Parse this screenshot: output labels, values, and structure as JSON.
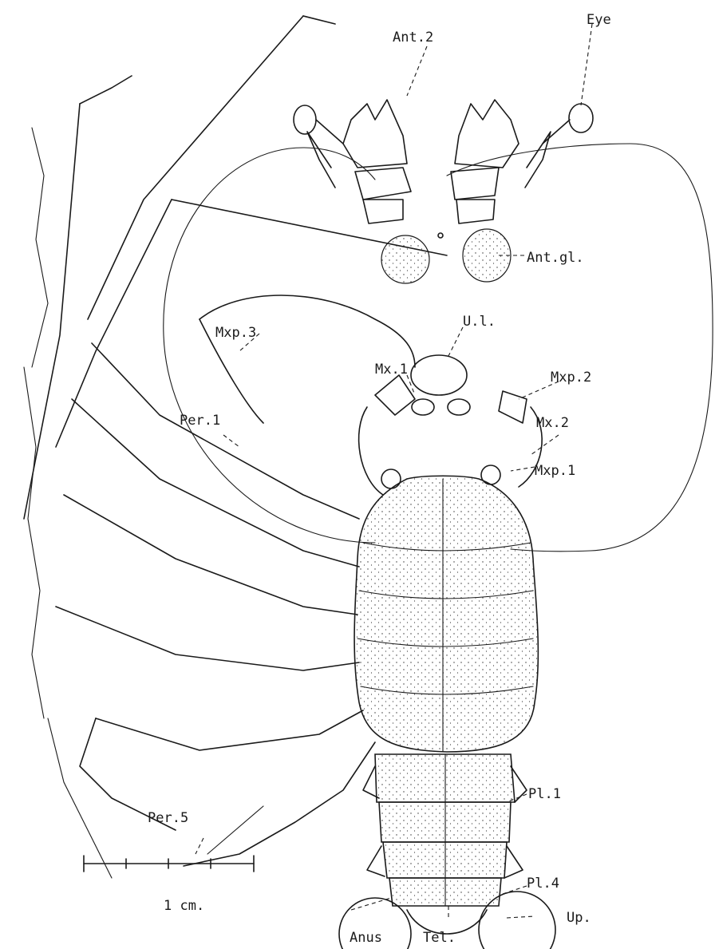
{
  "labels": {
    "ant2": "Ant.2",
    "eye": "Eye",
    "ant_gl": "Ant.gl.",
    "ul": "U.l.",
    "mx1": "Mx.1",
    "mxp2": "Mxp.2",
    "mxp3": "Mxp.3",
    "per1": "Per.1",
    "mx2": "Mx.2",
    "mxp1": "Mxp.1",
    "pl1": "Pl.1",
    "per5": "Per.5",
    "pl4": "Pl.4",
    "up": "Up.",
    "anus": "Anus",
    "tel": "Tel."
  },
  "scale": {
    "label": "1 cm."
  }
}
